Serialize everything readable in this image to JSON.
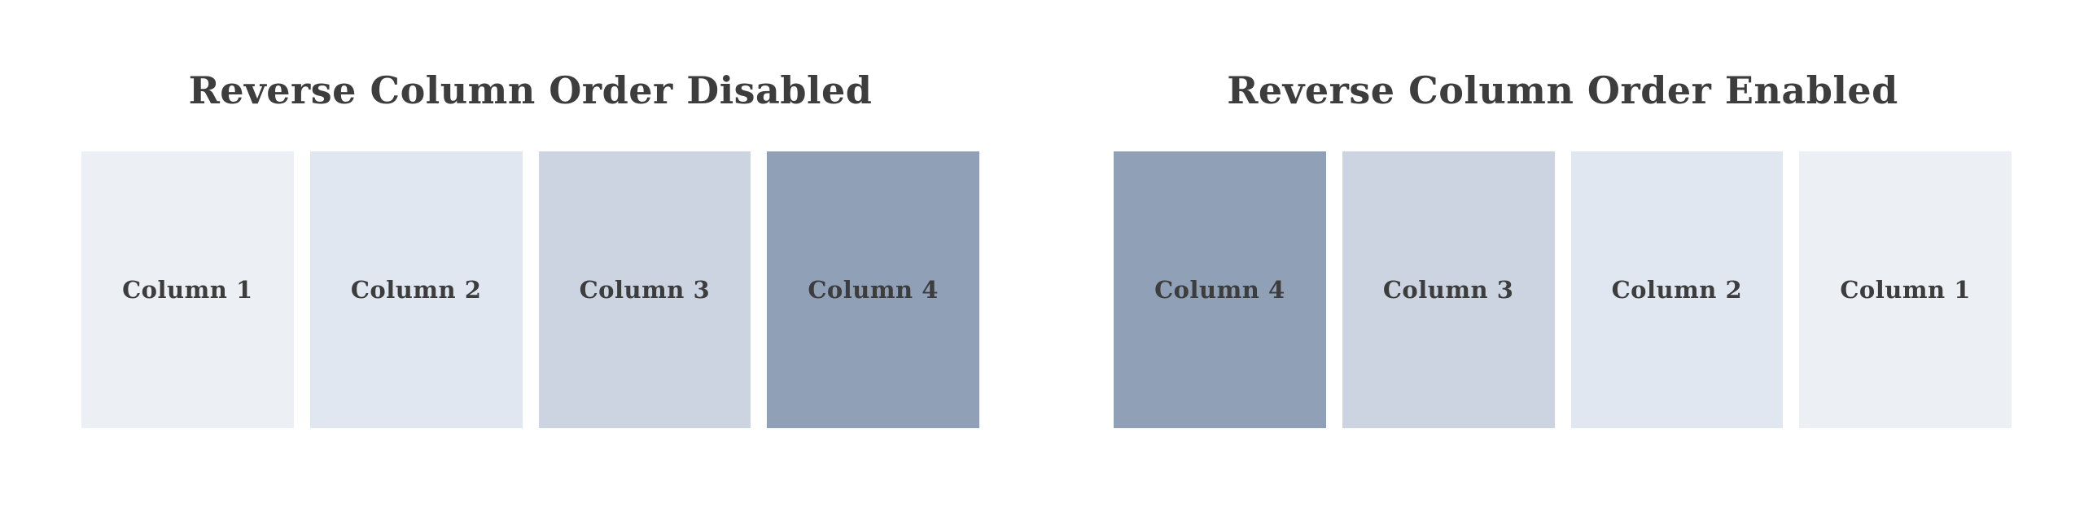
{
  "page": {
    "background": "#ffffff",
    "text_color": "#3d3d3d"
  },
  "sections": [
    {
      "id": "reverse-disabled",
      "title": "Reverse Column Order Disabled",
      "columns": [
        {
          "label": "Column 1",
          "color": "#eceff4"
        },
        {
          "label": "Column 2",
          "color": "#e0e7f0"
        },
        {
          "label": "Column 3",
          "color": "#cbd4e0"
        },
        {
          "label": "Column 4",
          "color": "#8fa0b7"
        }
      ]
    },
    {
      "id": "reverse-enabled",
      "title": "Reverse Column Order Enabled",
      "columns": [
        {
          "label": "Column 4",
          "color": "#8fa0b7"
        },
        {
          "label": "Column 3",
          "color": "#cbd4e0"
        },
        {
          "label": "Column 2",
          "color": "#e0e7f0"
        },
        {
          "label": "Column 1",
          "color": "#eceff4"
        }
      ]
    }
  ]
}
